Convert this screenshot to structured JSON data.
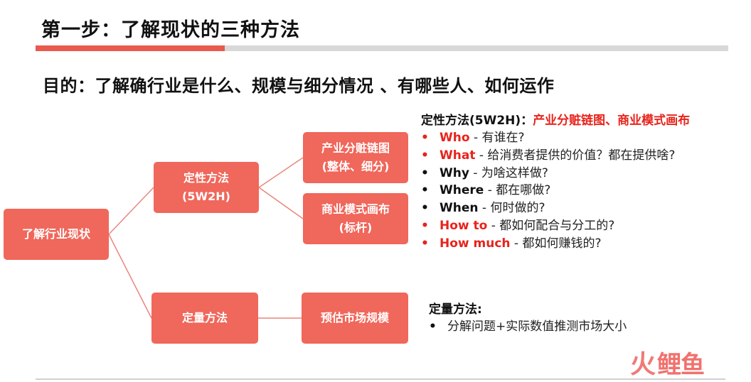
{
  "title": "第一步：了解现状的三种方法",
  "purpose": "目的：了解确行业是什么、规模与细分情况 、有哪些人、如何运作",
  "colors": {
    "accent": "#f0675b",
    "highlight": "#e8231b",
    "bar": "#d8d8d8"
  },
  "tree": {
    "root": "了解行业现状",
    "qualitative": {
      "line1": "定性方法",
      "line2": "(5W2H)"
    },
    "chain": {
      "line1": "产业分赃链图",
      "line2": "(整体、细分)"
    },
    "canvas": {
      "line1": "商业模式画布",
      "line2": "(标杆)"
    },
    "quantitative": "定量方法",
    "market": "预估市场规模"
  },
  "qualitative_notes": {
    "heading": "定性方法(5W2H)：",
    "heading_highlight": "产业分赃链图、商业模式画布",
    "items": [
      {
        "key": "Who",
        "text": " - 有谁在?",
        "highlight": true
      },
      {
        "key": "What",
        "text": " - 给消费者提供的价值？都在提供啥?",
        "highlight": true
      },
      {
        "key": "Why",
        "text": " - 为啥这样做?",
        "highlight": false
      },
      {
        "key": "Where",
        "text": " - 都在哪做?",
        "highlight": false
      },
      {
        "key": "When",
        "text": " - 何时做的?",
        "highlight": false
      },
      {
        "key": "How to",
        "text": " - 都如何配合与分工的?",
        "highlight": true
      },
      {
        "key": "How much",
        "text": " - 都如何赚钱的?",
        "highlight": true
      }
    ]
  },
  "quantitative_notes": {
    "heading": "定量方法:",
    "items": [
      "分解问题+实际数值推测市场大小"
    ]
  },
  "logo": {
    "icon": "fire-icon",
    "text": "鲤鱼"
  }
}
